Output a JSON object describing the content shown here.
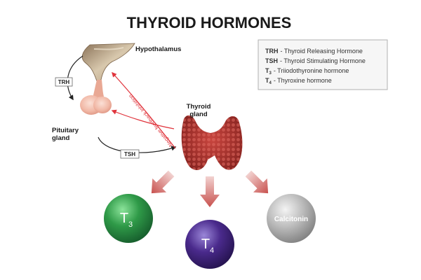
{
  "title": "THYROID HORMONES",
  "labels": {
    "hypothalamus": "Hypothalamus",
    "pituitary_line1": "Pituitary",
    "pituitary_line2": "gland",
    "thyroid_line1": "Thyroid",
    "thyroid_line2": "gland",
    "feedback": "Negative feedback inhibition",
    "trh_tag": "TRH",
    "tsh_tag": "TSH"
  },
  "legend": [
    {
      "abbr": "TRH",
      "sub": "",
      "desc": "- Thyroid Releasing Hormone"
    },
    {
      "abbr": "TSH",
      "sub": "",
      "desc": "- Thyroid Stimulating Hormone"
    },
    {
      "abbr": "T",
      "sub": "3",
      "desc": "- Triiodothyronine hormone"
    },
    {
      "abbr": "T",
      "sub": "4",
      "desc": "- Thyroxine hormone"
    }
  ],
  "outputs": {
    "t3": {
      "main": "T",
      "sub": "3"
    },
    "t4": {
      "main": "T",
      "sub": "4"
    },
    "calcitonin": {
      "text": "Calcitonin"
    }
  },
  "colors": {
    "feedback_red": "#e0343c",
    "arrow_red": "#c8514e",
    "t3_green": "#2f9a48",
    "t4_purple": "#4a2a8c",
    "calcitonin_gray": "#b9b9b9",
    "thyroid_red": "#a8302c",
    "pituitary_pink": "#f1b8a6",
    "hypothalamus_tan": "#c6b49a"
  }
}
